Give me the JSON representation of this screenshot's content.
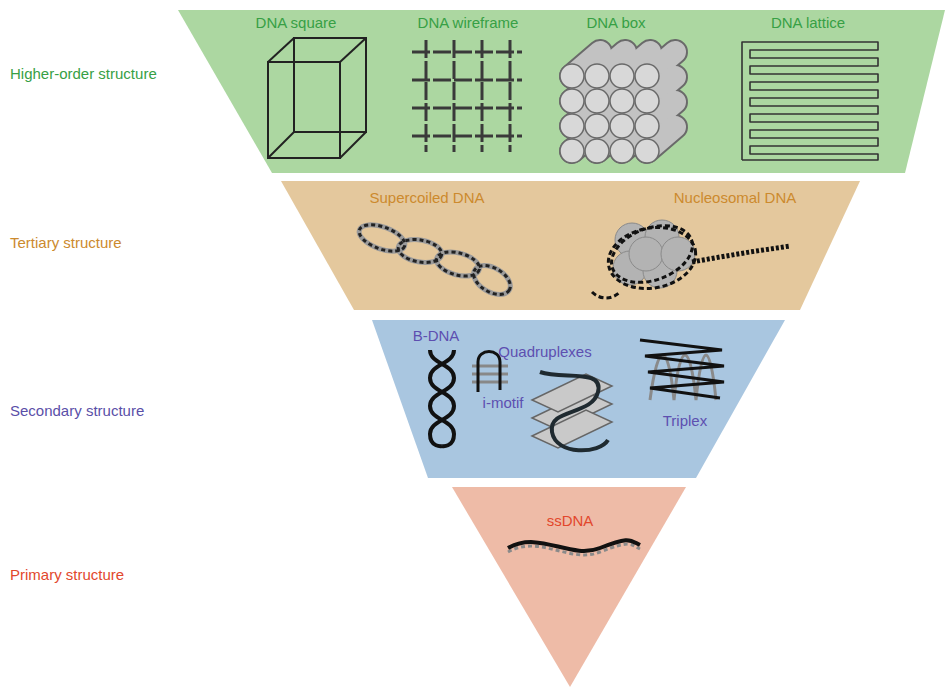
{
  "diagram": {
    "nodes": [
      {
        "text": [
          "Higher-order structure",
          "DNA square",
          "DNA wireframe",
          "DNA box",
          "DNA lattice"
        ]
      },
      {
        "text": [
          "Tertiary structure",
          "Supercoiled DNA",
          "Nucleosomal DNA"
        ]
      },
      {
        "text": [
          "Secondary structure",
          "B-DNA",
          "i-motif",
          "Quadruplexes",
          "Triplex"
        ]
      },
      {
        "text": [
          "Primary structure",
          "ssDNA"
        ]
      }
    ]
  }
}
